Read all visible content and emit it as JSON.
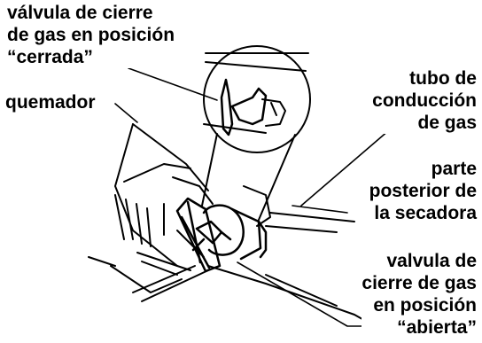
{
  "labels": {
    "valve_closed": [
      "válvula de cierre",
      "de gas en posición",
      "“cerrada”"
    ],
    "burner": [
      "quemador"
    ],
    "gas_tube": [
      "tubo de",
      "conducción",
      "de gas"
    ],
    "dryer_back": [
      "parte",
      "posterior de",
      "la secadora"
    ],
    "valve_open": [
      "valvula de",
      "cierre de gas",
      "en posición",
      "“abierta”"
    ]
  }
}
